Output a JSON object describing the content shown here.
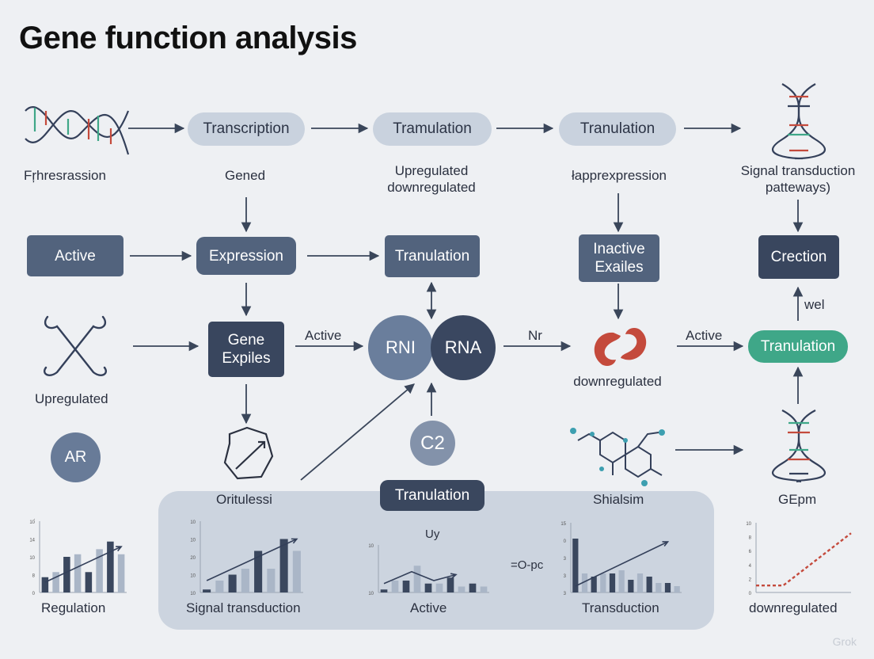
{
  "title": "Gene function analysis",
  "row1": {
    "pills": [
      "Transcription",
      "Tramulation",
      "Tranulation"
    ],
    "labels": {
      "dna_left": "Fŗhresrassion",
      "transcription": "Gened",
      "tramulation": [
        "Upregulated",
        "downregulated"
      ],
      "tranulation": "łapprexpression",
      "dna_right": [
        "Signal transduction",
        "patteways)"
      ]
    }
  },
  "row2": {
    "active": "Active",
    "expression": "Expression",
    "tranulation": "Tranulation",
    "inactive": [
      "Inactive",
      "Exailes"
    ],
    "crection": "Crection"
  },
  "row3": {
    "upregulated": "Upregulated",
    "gene_box": [
      "Gene",
      "Expiles"
    ],
    "arrow_active_left": "Active",
    "rni": "RNI",
    "rna": "RNA",
    "arrow_nr": "Nr",
    "downregulated": "downregulated",
    "arrow_active_right": "Active",
    "wel": "wel",
    "tranulation_green": "Tranulation"
  },
  "row4": {
    "ar": "AR",
    "c2": "C2",
    "oritulessi": "Oritulessi",
    "tranulation_tag": "Tranulation",
    "shialsim": "Shialsim",
    "gepm": "GEpm"
  },
  "charts_labels": {
    "regulation": "Regulation",
    "signal": "Signal transduction",
    "active": "Active",
    "uy": "Uy",
    "opc": "=O-pc",
    "transduction": "Transduction",
    "downregulated": "downregulated"
  },
  "chart_data": [
    {
      "type": "bar",
      "title": "Regulation",
      "values": [
        3,
        4,
        7,
        7.5,
        4,
        8.5,
        10,
        7.5
      ],
      "ylim": [
        0,
        14
      ],
      "ticks": [
        "10́",
        "14",
        "10",
        "8",
        "0"
      ],
      "trend": [
        [
          0,
          2
        ],
        [
          7,
          9
        ]
      ]
    },
    {
      "type": "bar",
      "title": "Signal transduction",
      "values": [
        0.5,
        2,
        3,
        4,
        7,
        4,
        9,
        7
      ],
      "ylim": [
        0,
        12
      ],
      "ticks": [
        "10",
        "10",
        "20",
        "10",
        "10"
      ],
      "trend": [
        [
          0,
          2
        ],
        [
          7,
          9
        ]
      ]
    },
    {
      "type": "bar",
      "title": "Active",
      "values": [
        0.5,
        2,
        2,
        4.5,
        1.5,
        1.5,
        2.5,
        1,
        1.5,
        1
      ],
      "ylim": [
        0,
        8
      ],
      "ticks": [
        "10",
        "10"
      ],
      "trend": [
        [
          0,
          1.5
        ],
        [
          2.5,
          3.5
        ],
        [
          4.5,
          2
        ],
        [
          6.5,
          3
        ]
      ]
    },
    {
      "type": "bar",
      "title": "Transduction",
      "values": [
        8.5,
        3,
        2.5,
        3,
        3,
        3.5,
        2,
        3,
        2.5,
        1.5,
        1.5,
        1
      ],
      "ylim": [
        0,
        11
      ],
      "ticks": [
        "15",
        "0",
        "3",
        "3",
        "3"
      ],
      "trend": [
        [
          0,
          1
        ],
        [
          10,
          8
        ]
      ]
    },
    {
      "type": "line",
      "title": "downregulated",
      "x": [
        0,
        1,
        2,
        3,
        4,
        5,
        6,
        7
      ],
      "values": [
        1,
        1,
        1,
        2.5,
        4,
        5.5,
        7,
        8.5
      ],
      "ylim": [
        0,
        10
      ],
      "ticks": [
        "10",
        "8",
        "6",
        "4",
        "2",
        "0"
      ]
    }
  ],
  "watermark": "Grok",
  "colors": {
    "navy": "#39465e",
    "slate": "#52637d",
    "pill": "#c9d2de",
    "green": "#3fa788",
    "red": "#c44a3c",
    "bar_dark": "#3a475e",
    "bar_light": "#aab6c7"
  }
}
